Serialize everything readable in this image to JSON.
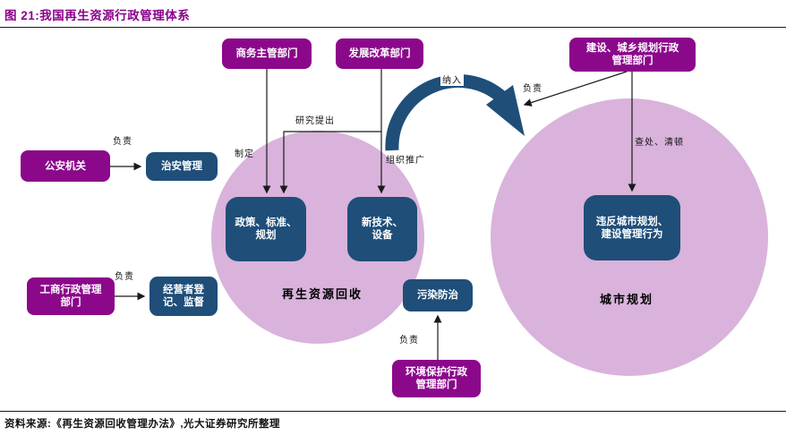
{
  "figure": {
    "title": "图 21:我国再生资源行政管理体系",
    "source": "资料来源:《再生资源回收管理办法》,光大证券研究所整理"
  },
  "colors": {
    "title_purple": "#8B008B",
    "agency_box_purple": "#8B088B",
    "function_box_blue": "#1F4E79",
    "domain_circle_lilac": "#D9B3DB",
    "arc_arrow_blue": "#1F4E79",
    "line_black": "#1a1a1a"
  },
  "agencies": {
    "commerce": "商务主管部门",
    "ndrc": "发展改革部门",
    "construction": "建设、城乡规划行政\n管理部门",
    "police": "公安机关",
    "industry_commerce": "工商行政管理\n部门",
    "environment": "环境保护行政\n管理部门"
  },
  "functions": {
    "public_security": "治安管理",
    "policy": "政策、标准、\n规划",
    "technology": "新技术、\n设备",
    "operator": "经营者登\n记、监督",
    "pollution": "污染防治",
    "violation": "违反城市规划、\n建设管理行为"
  },
  "domains": {
    "recycling": "再生资源回收",
    "urban_planning": "城市规划"
  },
  "arrow_labels": {
    "police_responsible": "负责",
    "industry_responsible": "负责",
    "construction_responsible": "负责",
    "environment_responsible": "负责",
    "formulate": "制定",
    "research_propose": "研究提出",
    "organize_promote": "组织推广",
    "incorporate": "纳入",
    "investigate": "查处、清顿"
  }
}
